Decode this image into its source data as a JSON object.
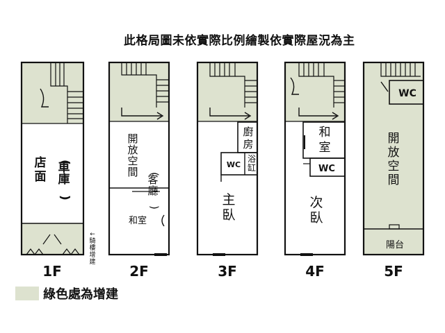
{
  "note": "此格局圖未依實際比例繪製依實際屋況為主",
  "legend": {
    "label": "綠色處為增建",
    "color": "#dde2cf"
  },
  "colors": {
    "addition": "#dde2cf",
    "wall": "#111111"
  },
  "floors": [
    {
      "level": "1F",
      "room_labels": [
        "店面",
        "(車庫)"
      ]
    },
    {
      "level": "2F",
      "room_labels": [
        "開放空間",
        "(客廳)",
        "和室"
      ]
    },
    {
      "level": "3F",
      "room_labels": [
        "廚房",
        "浴缸",
        "WC",
        "主臥"
      ]
    },
    {
      "level": "4F",
      "room_labels": [
        "和室",
        "WC",
        "次臥"
      ]
    },
    {
      "level": "5F",
      "room_labels": [
        "WC",
        "開放空間",
        "陽台"
      ]
    }
  ],
  "side_note": "←騎樓增建"
}
